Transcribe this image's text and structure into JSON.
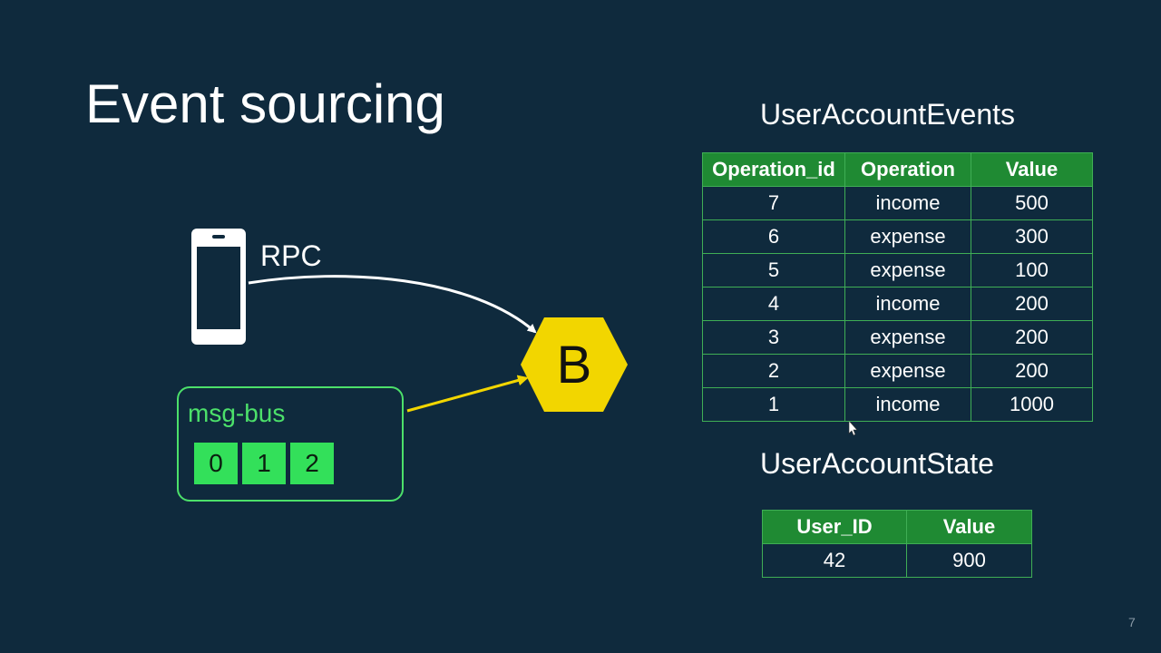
{
  "title": "Event sourcing",
  "rpc_label": "RPC",
  "msg_bus": {
    "label": "msg-bus",
    "cells": [
      "0",
      "1",
      "2"
    ]
  },
  "service_label": "B",
  "events_table": {
    "title": "UserAccountEvents",
    "headers": [
      "Operation_id",
      "Operation",
      "Value"
    ],
    "rows": [
      [
        "7",
        "income",
        "500"
      ],
      [
        "6",
        "expense",
        "300"
      ],
      [
        "5",
        "expense",
        "100"
      ],
      [
        "4",
        "income",
        "200"
      ],
      [
        "3",
        "expense",
        "200"
      ],
      [
        "2",
        "expense",
        "200"
      ],
      [
        "1",
        "income",
        "1000"
      ]
    ]
  },
  "state_table": {
    "title": "UserAccountState",
    "headers": [
      "User_ID",
      "Value"
    ],
    "rows": [
      [
        "42",
        "900"
      ]
    ]
  },
  "page_number": "7",
  "colors": {
    "background": "#0f2a3d",
    "accent_green": "#4ce06a",
    "table_header": "#1f8a33",
    "hexagon": "#f2d600",
    "arrow_yellow": "#f2d600"
  },
  "icons": [
    "phone-icon",
    "service-b-hexagon",
    "rpc-arrow",
    "msg-bus-arrow"
  ]
}
